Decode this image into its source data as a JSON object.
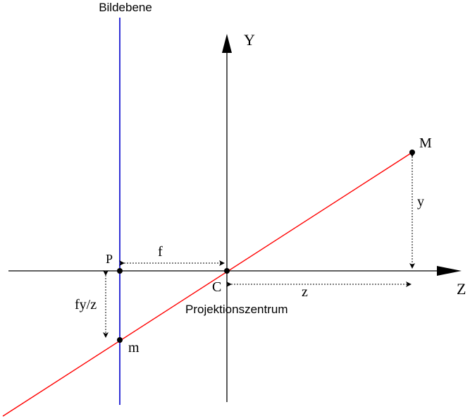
{
  "labels": {
    "image_plane": "Bildebene",
    "y_axis": "Y",
    "z_axis": "Z",
    "point_M": "M",
    "point_m": "m",
    "point_P": "P",
    "point_C": "C",
    "projection_center": "Projektionszentrum",
    "dim_f": "f",
    "dim_z": "z",
    "dim_y": "y",
    "dim_fyz": "fy/z"
  },
  "colors": {
    "axis": "#000000",
    "image_plane": "#0000cc",
    "projection_ray": "#ff0000",
    "point": "#000000"
  }
}
